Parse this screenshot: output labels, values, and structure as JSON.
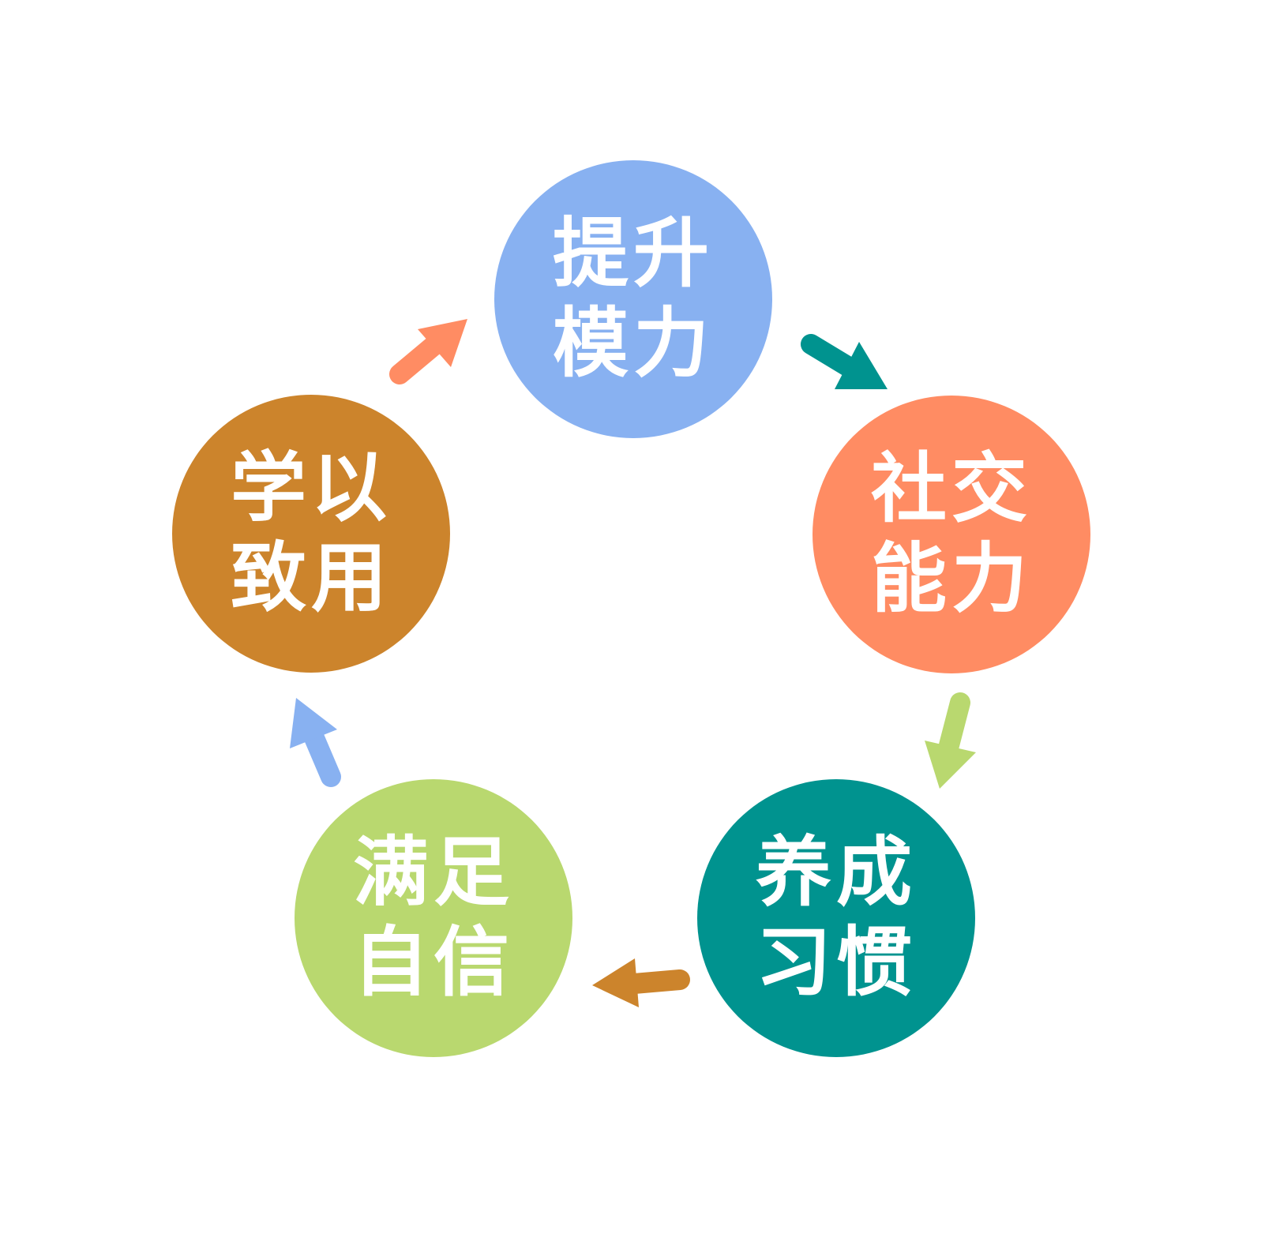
{
  "nodes": [
    {
      "id": "top",
      "line1": "提升",
      "line2": "模力",
      "color": "#88B1F1"
    },
    {
      "id": "right",
      "line1": "社交",
      "line2": "能力",
      "color": "#FF8C63"
    },
    {
      "id": "bottom-right",
      "line1": "养成",
      "line2": "习惯",
      "color": "#00938F"
    },
    {
      "id": "bottom-left",
      "line1": "满足",
      "line2": "自信",
      "color": "#B9D86F"
    },
    {
      "id": "left",
      "line1": "学以",
      "line2": "致用",
      "color": "#CC842C"
    }
  ],
  "arrows": [
    {
      "from": "top",
      "to": "right",
      "color": "#00938F"
    },
    {
      "from": "right",
      "to": "bottom-right",
      "color": "#B9D86F"
    },
    {
      "from": "bottom-right",
      "to": "bottom-left",
      "color": "#CC842C"
    },
    {
      "from": "bottom-left",
      "to": "left",
      "color": "#88B1F1"
    },
    {
      "from": "left",
      "to": "top",
      "color": "#FF8C63"
    }
  ],
  "label_color": "#FFFFFF",
  "background_color": "#FFFFFF"
}
